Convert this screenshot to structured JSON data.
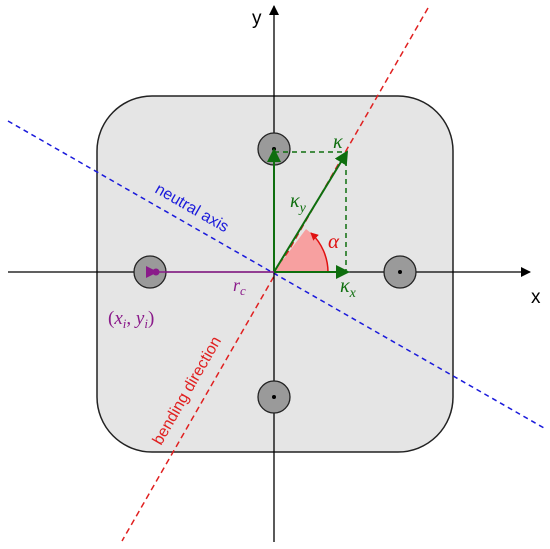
{
  "axes": {
    "x_label": "x",
    "y_label": "y"
  },
  "lines": {
    "neutral_axis_label": "neutral axis",
    "bending_direction_label": "bending direction"
  },
  "vectors": {
    "kappa": "κ",
    "kappa_x_base": "κ",
    "kappa_x_sub": "x",
    "kappa_y_base": "κ",
    "kappa_y_sub": "y",
    "alpha": "α"
  },
  "fiber": {
    "radius_base": "r",
    "radius_sub": "c",
    "coord_open": "(",
    "coord_x": "x",
    "coord_x_sub": "i",
    "coord_sep": ", ",
    "coord_y": "y",
    "coord_y_sub": "i",
    "coord_close": ")"
  },
  "colors": {
    "section_fill": "#e5e5e5",
    "section_stroke": "#222222",
    "bar_fill": "#9a9a9a",
    "neutral_axis": "#1a1adb",
    "bending_direction": "#e02020",
    "kappa": "#0e6e0e",
    "alpha_fill": "#f7a0a0",
    "alpha": "#e01010",
    "fiber": "#8a1a8a"
  }
}
